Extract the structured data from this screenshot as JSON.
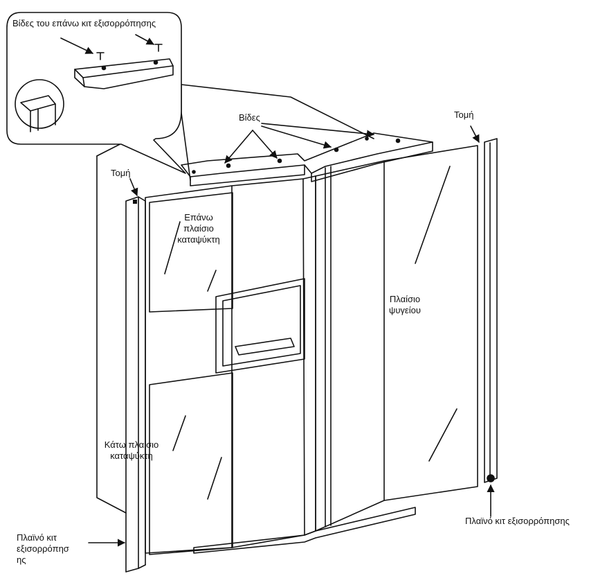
{
  "labels": {
    "top_kit_screws": "Βίδες του επάνω κιτ εξισορρόπησης",
    "screws": "Βίδες",
    "cut_right": "Τομή",
    "cut_left": "Τομή",
    "upper_freezer_panel": [
      "Επάνω",
      "πλαίσιο",
      "καταψύκτη"
    ],
    "fridge_panel": [
      "Πλαίσιο",
      "ψυγείου"
    ],
    "lower_freezer_panel": [
      "Κάτω πλαίσιο",
      "καταψύκτη"
    ],
    "side_kit_right": "Πλαϊνό κιτ εξισορρόπησης",
    "side_kit_left": [
      "Πλαϊνό κιτ",
      "εξισορρόπησ",
      "ης"
    ]
  },
  "colors": {
    "stroke": "#111111",
    "background": "#ffffff"
  }
}
